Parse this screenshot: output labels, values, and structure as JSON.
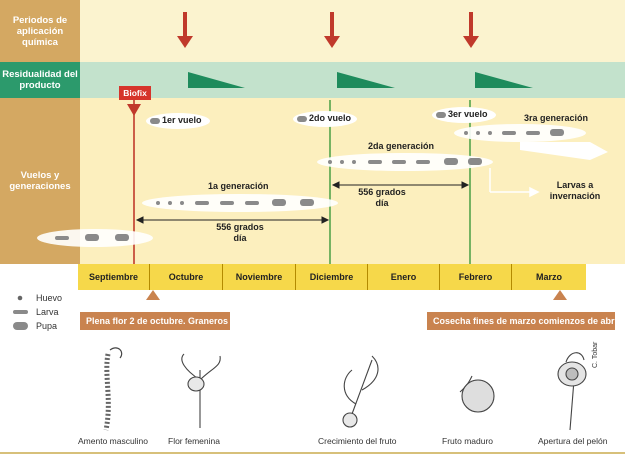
{
  "side_labels": {
    "row1": "Periodos de aplicación química",
    "row2": "Residualidad del producto",
    "row3": "Vuelos y generaciones"
  },
  "biofix": "Biofix",
  "flights": [
    "1er vuelo",
    "2do vuelo",
    "3er vuelo"
  ],
  "generations": [
    "1a generación",
    "2da generación",
    "3ra generación"
  ],
  "degree_days": "556 grados día",
  "larvae_wintering": "Larvas a invernación",
  "months": [
    "Septiembre",
    "Octubre",
    "Noviembre",
    "Diciembre",
    "Enero",
    "Febrero",
    "Marzo"
  ],
  "notes": {
    "left": "Plena flor 2 de octubre. Graneros",
    "right": "Cosecha fines de marzo comienzos de abril"
  },
  "legend": [
    "Huevo",
    "Larva",
    "Pupa"
  ],
  "stages": [
    "Amento masculino",
    "Flor femenina",
    "Crecimiento del fruto",
    "Fruto maduro",
    "Apertura del pelón"
  ],
  "credit": "C. Tobar",
  "colors": {
    "top_band": "#fbf3cf",
    "side": "#d0a35c",
    "resid_band": "#bfe0c9",
    "green": "#1e8b5c",
    "arrow_red": "#c0392b",
    "main_band": "#fbeebf",
    "month_band": "#f6d84a",
    "note": "#c9834f"
  }
}
